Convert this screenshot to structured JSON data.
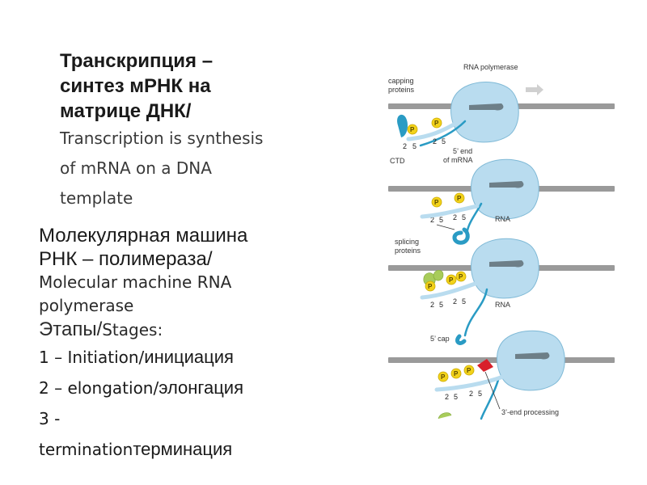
{
  "title": {
    "ru_line1": "Транскрипция –",
    "ru_line2": "синтез мРНК на",
    "ru_line3": "матрице ДНК/",
    "en_line1": "Transcription is synthesis",
    "en_line2": "of mRNA on a DNA",
    "en_line3": "template"
  },
  "body": {
    "machine_ru_line1": "Молекулярная машина",
    "machine_ru_line2": "РНК – полимераза/",
    "machine_en_line1": "Molecular machine RNA",
    "machine_en_line2": "polymerase",
    "stages_ru": "Этапы/",
    "stages_en": "Stages:",
    "stages": [
      {
        "en": "1 – Initiation/",
        "ru": "инициация"
      },
      {
        "en": "2 – elongation/",
        "ru": "элонгация"
      },
      {
        "en": "3 -",
        "ru": ""
      },
      {
        "en": "termination",
        "ru": "терминация"
      }
    ]
  },
  "figure": {
    "labels": {
      "rna_polymerase": "RNA polymerase",
      "capping_proteins_1": "capping",
      "capping_proteins_2": "proteins",
      "ctd": "CTD",
      "five_end_1": "5’ end",
      "five_end_2": "of mRNA",
      "rna": "RNA",
      "splicing_proteins_1": "splicing",
      "splicing_proteins_2": "proteins",
      "five_cap": "5’ cap",
      "three_end": "3’-end processing"
    },
    "phospho_label": "P",
    "num_2": "2",
    "num_5": "5",
    "colors": {
      "dna": "#9a9a9a",
      "polymerase": "#b9dcef",
      "polymerase_edge": "#7fb9d6",
      "rna": "#2a9bc4",
      "phospho": "#f2d21a",
      "splicing": "#a8cc5a",
      "processing": "#d8202a"
    }
  }
}
